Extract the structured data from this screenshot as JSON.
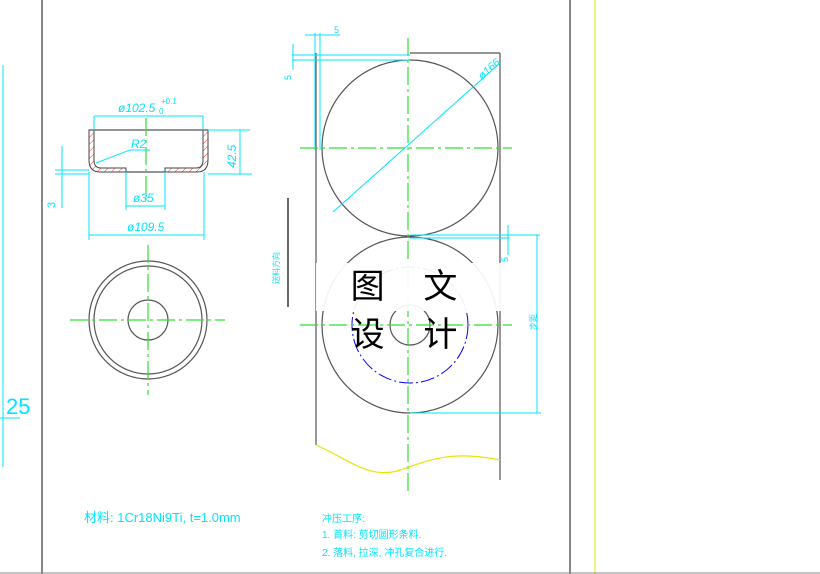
{
  "drawing": {
    "section_view": {
      "dim_top_diameter": "ø102.5",
      "dim_tol_upper": "+0.1",
      "dim_tol_lower": "0",
      "dim_radius": "R2",
      "dim_height": "42.5",
      "dim_bottom_thickness": "3",
      "dim_hole_diameter": "ø35",
      "dim_outer_diameter": "ø109.5"
    },
    "left_ruler_value": "25",
    "strip_layout": {
      "dim_margin_top": "5",
      "dim_margin_side": "5",
      "dim_blank_diameter": "ø166",
      "dim_gap": "5",
      "feed_direction_label": "送料方向",
      "step_label": "步距"
    },
    "watermark": "图 文 设 计",
    "material_note": "材料: 1Cr18Ni9Ti, t=1.0mm",
    "process": {
      "title": "冲压工序:",
      "step1": "1. 首料: 剪切圆形条料.",
      "step2": "2. 落料, 拉深, 冲孔复合进行."
    },
    "colors": {
      "dimension": "#00e5ff",
      "centerline": "#33dd33",
      "object": "#555555",
      "hidden": "#0000ff",
      "break_line": "#ffff00",
      "hatch": "#ff3333"
    }
  }
}
